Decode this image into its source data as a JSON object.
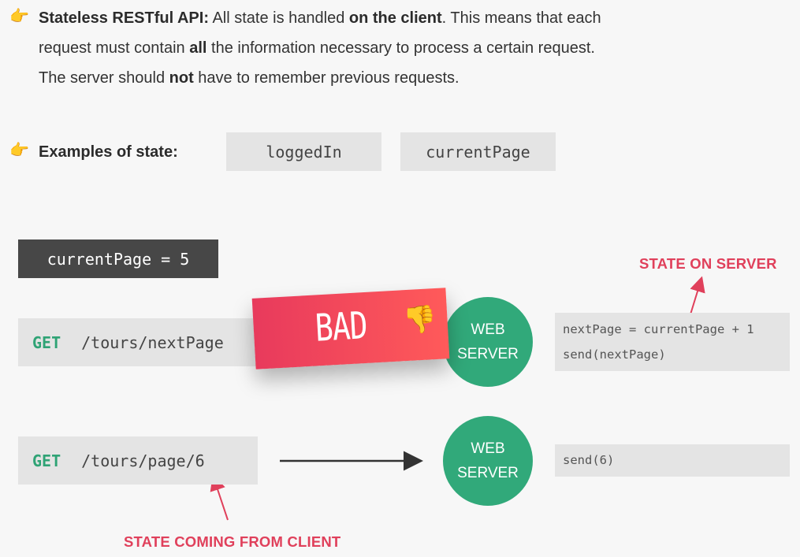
{
  "point1": {
    "icon": "hand-pointing-right-icon",
    "lead": "Stateless RESTful API:",
    "t1": " All state is handled ",
    "b1": "on the client",
    "t2": ". This means that each",
    "t3": "request must contain ",
    "b2": "all",
    "t4": " the information necessary to process a certain request.",
    "t5": "The server should ",
    "b3": "not",
    "t6": " have to remember previous requests."
  },
  "point2": {
    "icon": "hand-pointing-right-icon",
    "lead": "Examples of state:",
    "examples": [
      "loggedIn",
      "currentPage"
    ]
  },
  "state_box": "currentPage = 5",
  "bad_example": {
    "method": "GET",
    "path": "/tours/nextPage",
    "banner": "BAD",
    "banner_icon": "thumbs-down-icon",
    "server_line1": "WEB",
    "server_line2": "SERVER",
    "code_line1": "nextPage = currentPage + 1",
    "code_line2": "send(nextPage)",
    "annotation": "STATE ON SERVER"
  },
  "good_example": {
    "method": "GET",
    "path": "/tours/page/6",
    "server_line1": "WEB",
    "server_line2": "SERVER",
    "code_line1": "send(6)",
    "annotation": "STATE COMING FROM CLIENT"
  },
  "colors": {
    "accent_green": "#31a97a",
    "accent_red": "#e0405b",
    "chip_bg": "#e4e4e4",
    "dark_chip_bg": "#474747"
  }
}
